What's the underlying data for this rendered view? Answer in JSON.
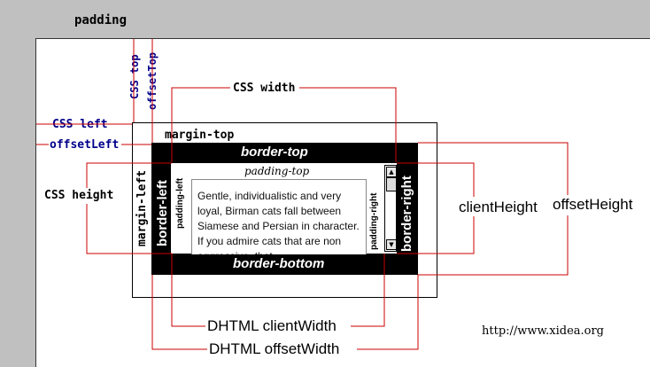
{
  "title": "padding",
  "labels": {
    "css_top": "CSS top",
    "offset_top": "offsetTop",
    "css_width": "CSS width",
    "css_left": "CSS left",
    "offset_left": "offsetLeft",
    "css_height": "CSS height",
    "margin_top": "margin-top",
    "margin_left": "margin-left",
    "border_top": "border-top",
    "border_bottom": "border-bottom",
    "border_left": "border-left",
    "border_right": "border-right",
    "padding_top": "padding-top",
    "padding_left": "padding-left",
    "padding_right": "padding-right",
    "client_height": "clientHeight",
    "offset_height": "offsetHeight",
    "client_width": "DHTML clientWidth",
    "offset_width": "DHTML offsetWidth"
  },
  "content_text": "Gentle, individualistic and very loyal, Birman cats fall between Siamese and Persian in character. If you admire cats that are non aggressive, that",
  "url": "http://www.xidea.org",
  "colors": {
    "line": "#cc0000",
    "blue_text": "#00008b",
    "border_fill": "#000000",
    "background": "#c0c0c0"
  }
}
